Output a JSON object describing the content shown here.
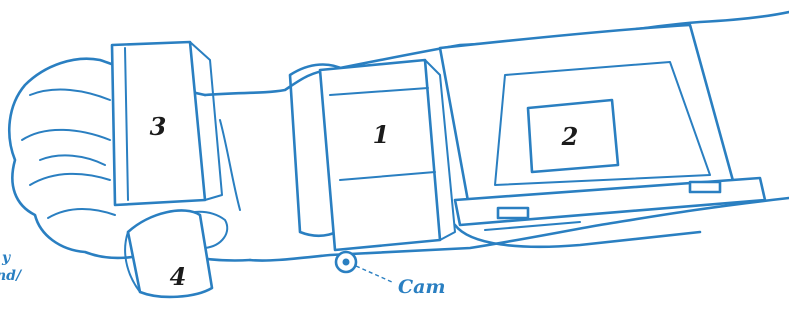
{
  "labels": {
    "strap_3": "3",
    "strap_1": "1",
    "pad_2": "2",
    "strap_4": "4",
    "cam": "Cam"
  },
  "cut_text": {
    "line1": "y",
    "line2": "nd/"
  },
  "colors": {
    "line": "#2a7fc1",
    "label": "#1b1b1b",
    "background": "#ffffff"
  }
}
